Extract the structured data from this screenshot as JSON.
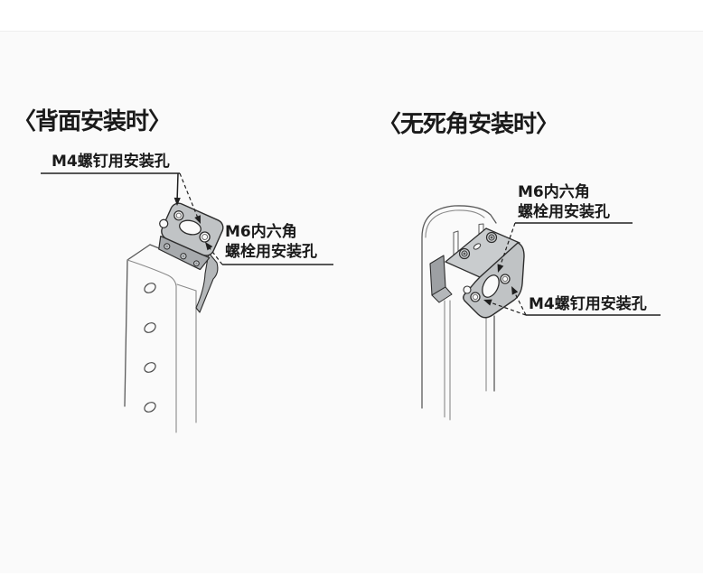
{
  "colors": {
    "background": "#fafafa",
    "top_strip": "#ffffff",
    "outline": "#2d2d2d",
    "post_line": "#5a5a5a",
    "leader_line": "#1f1f1f",
    "bracket_fill": "#c0c3c5",
    "bracket_top_fill": "#c9ccce",
    "flange_fill": "#9da0a3",
    "text": "#1a1a1a"
  },
  "figures": {
    "left": {
      "title": "〈背面安装时〉",
      "label_m4": "M4螺钉用安装孔",
      "label_m6_line1": "M6内六角",
      "label_m6_line2": "螺栓用安装孔"
    },
    "right": {
      "title": "〈无死角安装时〉",
      "label_m6_line1": "M6内六角",
      "label_m6_line2": "螺栓用安装孔",
      "label_m4": "M4螺钉用安装孔"
    }
  }
}
